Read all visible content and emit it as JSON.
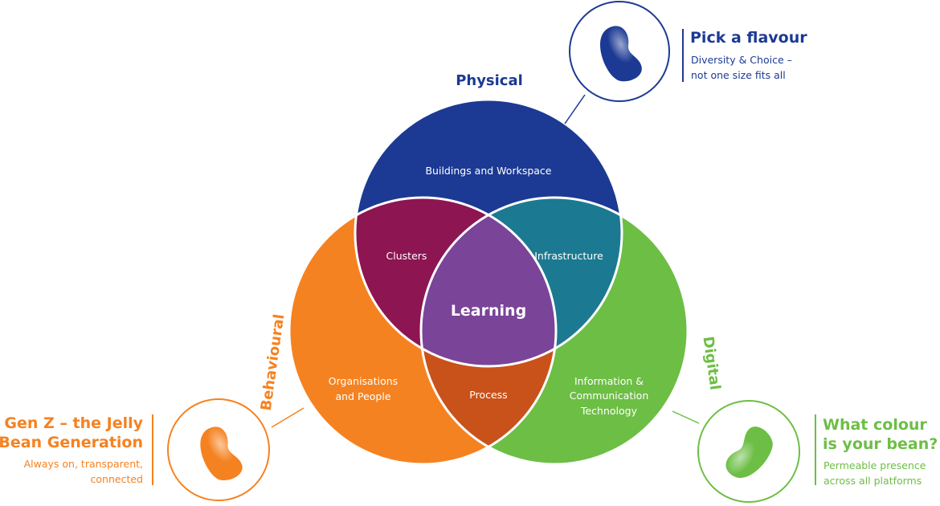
{
  "diagram": {
    "sets": {
      "physical": {
        "label": "Physical",
        "region": "Buildings and Workspace",
        "color": "#1c3a93"
      },
      "behavioural": {
        "label": "Behavioural",
        "region_lines": [
          "Organisations",
          "and People"
        ],
        "color": "#f58220"
      },
      "digital": {
        "label": "Digital",
        "region_lines": [
          "Information &",
          "Communication",
          "Technology"
        ],
        "color": "#6dbe45"
      }
    },
    "intersections": {
      "physical_behavioural": {
        "label": "Clusters",
        "color": "#8c1552"
      },
      "physical_digital": {
        "label": "Infrastructure",
        "color": "#1b7a91"
      },
      "behavioural_digital": {
        "label": "Process",
        "color": "#c9521a"
      },
      "center": {
        "label": "Learning",
        "color": "#7a4499"
      }
    }
  },
  "callouts": {
    "blue": {
      "title": "Pick a flavour",
      "subtitle_lines": [
        "Diversity & Choice –",
        "not one size fits all"
      ],
      "color": "#1c3a93",
      "icon": "blue-jelly-bean-icon"
    },
    "orange": {
      "title_lines": [
        "Gen Z – the Jelly",
        "Bean Generation"
      ],
      "subtitle_lines": [
        "Always on, transparent,",
        "connected"
      ],
      "color": "#f58220",
      "icon": "orange-jelly-bean-icon"
    },
    "green": {
      "title_lines": [
        "What colour",
        "is your bean?"
      ],
      "subtitle_lines": [
        "Permeable presence",
        "across all platforms"
      ],
      "color": "#6dbe45",
      "icon": "green-jelly-bean-icon"
    }
  }
}
